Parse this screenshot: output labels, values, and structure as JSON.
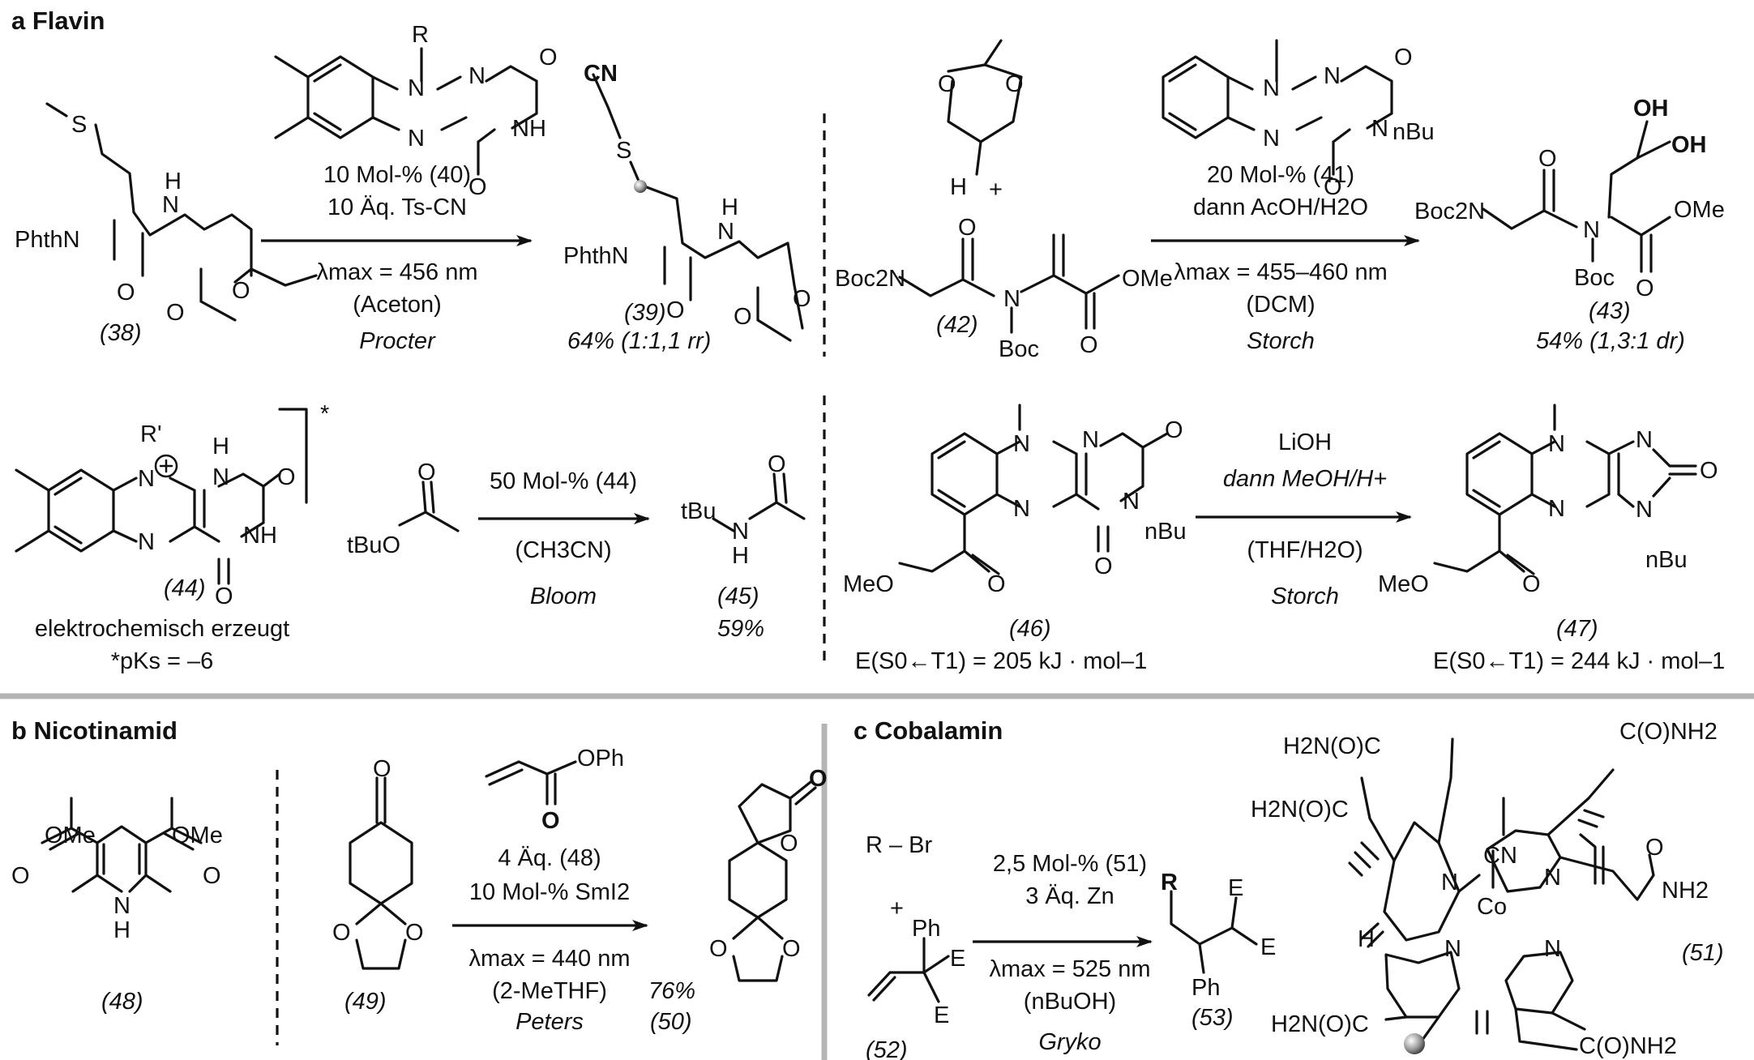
{
  "sections": {
    "a": "a Flavin",
    "b": "b Nicotinamid",
    "c": "c Cobalamin"
  },
  "compounds": {
    "c38": "(38)",
    "c39": "(39)",
    "c39_yield": "64% (1:1,1 rr)",
    "c42": "(42)",
    "c43": "(43)",
    "c43_yield": "54% (1,3:1 dr)",
    "c44": "(44)",
    "c44_note": "elektrochemisch erzeugt",
    "c44_pks": "*pKs = –6",
    "c45": "(45)",
    "c45_yield": "59%",
    "c46": "(46)",
    "c46_energy": "E(S0←T1) = 205 kJ · mol–1",
    "c47": "(47)",
    "c47_energy": "E(S0←T1) = 244 kJ · mol–1",
    "c48": "(48)",
    "c49": "(49)",
    "c50": "(50)",
    "c50_yield": "76%",
    "c51": "(51)",
    "c52": "(52)",
    "c53": "(53)"
  },
  "conditions": {
    "r1": [
      "10 Mol-% (40)",
      "10 Äq. Ts-CN",
      "λmax = 456 nm",
      "(Aceton)",
      "Procter"
    ],
    "r2": [
      "20 Mol-% (41)",
      "dann AcOH/H2O",
      "λmax = 455–460 nm",
      "(DCM)",
      "Storch"
    ],
    "r3": [
      "50 Mol-% (44)",
      "(CH3CN)",
      "Bloom"
    ],
    "r4": [
      "LiOH",
      "dann MeOH/H+",
      "(THF/H2O)",
      "Storch"
    ],
    "r5": [
      "4 Äq. (48)",
      "10 Mol-% SmI2",
      "λmax = 440 nm",
      "(2-MeTHF)",
      "Peters"
    ],
    "r6": [
      "2,5 Mol-% (51)",
      "3 Äq. Zn",
      "λmax = 525 nm",
      "(nBuOH)",
      "Gryko"
    ]
  },
  "atoms": {
    "S": "S",
    "CN": "CN",
    "PhthN": "PhthN",
    "N": "N",
    "NH": "NH",
    "H": "H",
    "O": "O",
    "R": "R",
    "Rp": "R'",
    "nBu": "nBu",
    "tBu": "tBu",
    "OMe": "OMe",
    "MeO": "MeO",
    "OH": "OH",
    "Boc": "Boc",
    "Boc2N": "Boc2N",
    "OPh": "OPh",
    "tBuO": "tBuO",
    "RBr": "R – Br",
    "Ph": "Ph",
    "E": "E",
    "Co": "Co",
    "plus": "+",
    "H2NOC": "H2N(O)C",
    "CONH2": "C(O)NH2",
    "NH2": "NH2"
  },
  "colors": {
    "ink": "#111111",
    "separator": "#b4b4b4",
    "radical": "#808080"
  }
}
